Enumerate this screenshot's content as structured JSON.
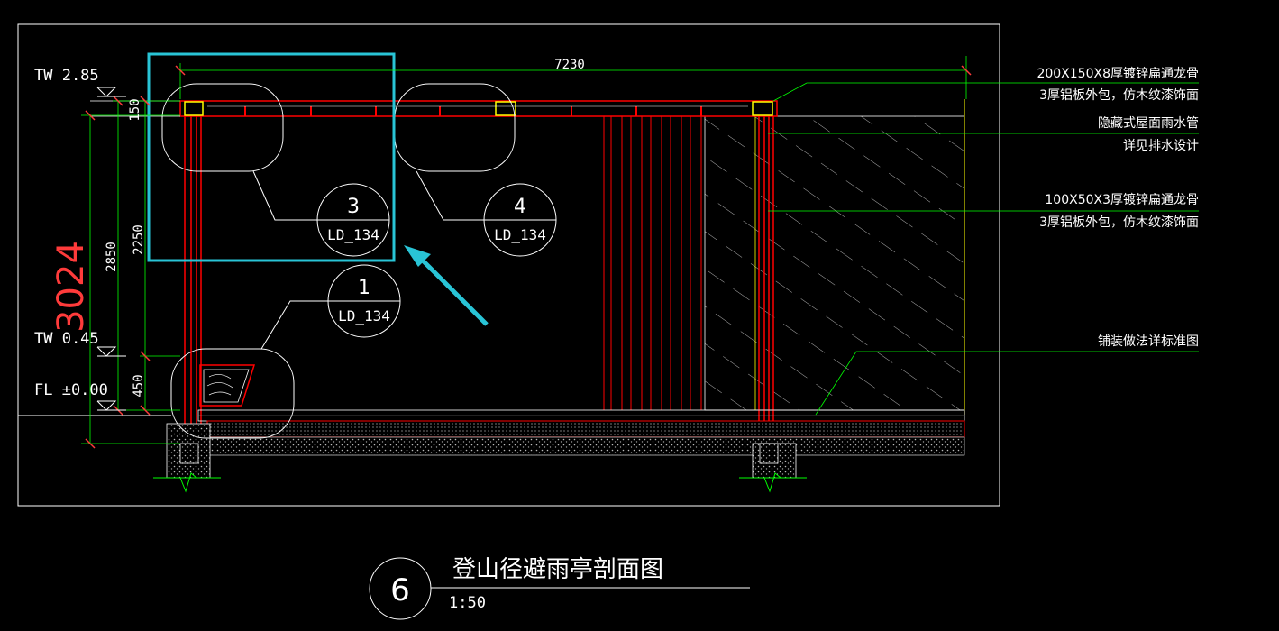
{
  "drawing": {
    "title": "登山径避雨亭剖面图",
    "scale": "1:50",
    "number": "6"
  },
  "levels": {
    "tw_top": "TW 2.85",
    "tw_mid": "TW 0.45",
    "fl": "FL ±0.00"
  },
  "dimensions": {
    "total_width": "7230",
    "total_height": "3024",
    "d2850": "2850",
    "d150": "150",
    "d2250": "2250",
    "d450": "450"
  },
  "callouts": [
    {
      "number": "3",
      "sheet": "LD_134"
    },
    {
      "number": "4",
      "sheet": "LD_134"
    },
    {
      "number": "1",
      "sheet": "LD_134"
    }
  ],
  "notes": [
    "200X150X8厚镀锌扁通龙骨",
    "3厚铝板外包，仿木纹漆饰面",
    "隐藏式屋面雨水管",
    "详见排水设计",
    "100X50X3厚镀锌扁通龙骨",
    "3厚铝板外包，仿木纹漆饰面",
    "铺装做法详标准图"
  ],
  "colors": {
    "background": "#000000",
    "line_white": "#ffffff",
    "member_red": "#ff0000",
    "leader_green": "#00ff00",
    "highlight_cyan": "#29c4d6",
    "dim_red": "#ff3b3b",
    "yellow": "#ffff00"
  }
}
